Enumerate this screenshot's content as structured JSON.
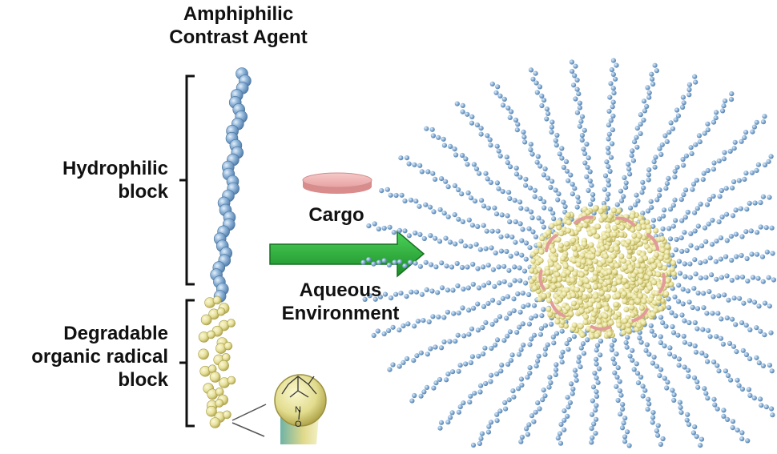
{
  "title": [
    "Amphiphilic",
    "Contrast Agent"
  ],
  "hydrophilic_label": [
    "Hydrophilic",
    "block"
  ],
  "degradable_label": [
    "Degradable",
    "organic radical",
    "block"
  ],
  "cargo_label": "Cargo",
  "environment_label": [
    "Aqueous",
    "Environment"
  ],
  "nitroxide_atoms": [
    "N",
    "O"
  ],
  "colors": {
    "hydrophilic_bead": "#8fb5d9",
    "hydrophilic_bead_dark": "#5b87b5",
    "radical_bead": "#e6e09a",
    "radical_bead_dark": "#b8ae55",
    "cargo": "#e9a9a9",
    "arrow": "#27a838",
    "arrow_dark": "#17731f"
  }
}
